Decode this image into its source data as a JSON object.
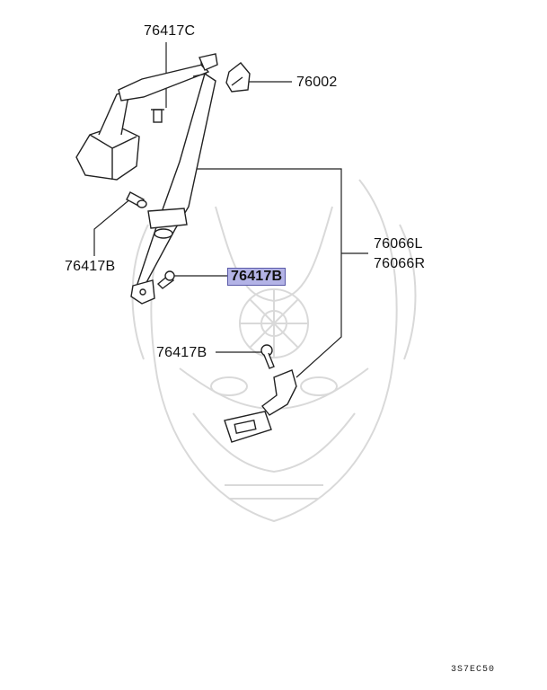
{
  "parts": {
    "bolt_upper": "76417C",
    "cover": "76002",
    "bolt_left": "76417B",
    "bolt_mid_highlighted": "76417B",
    "belt_assy_left": "76066L",
    "belt_assy_right": "76066R",
    "bolt_lower": "76417B"
  },
  "diagram_code": "3S7EC50",
  "colors": {
    "highlight_fill": "#b3b3e6",
    "highlight_border": "#5a5aa8",
    "watermark": "#d9d9d9",
    "line": "#222222"
  }
}
